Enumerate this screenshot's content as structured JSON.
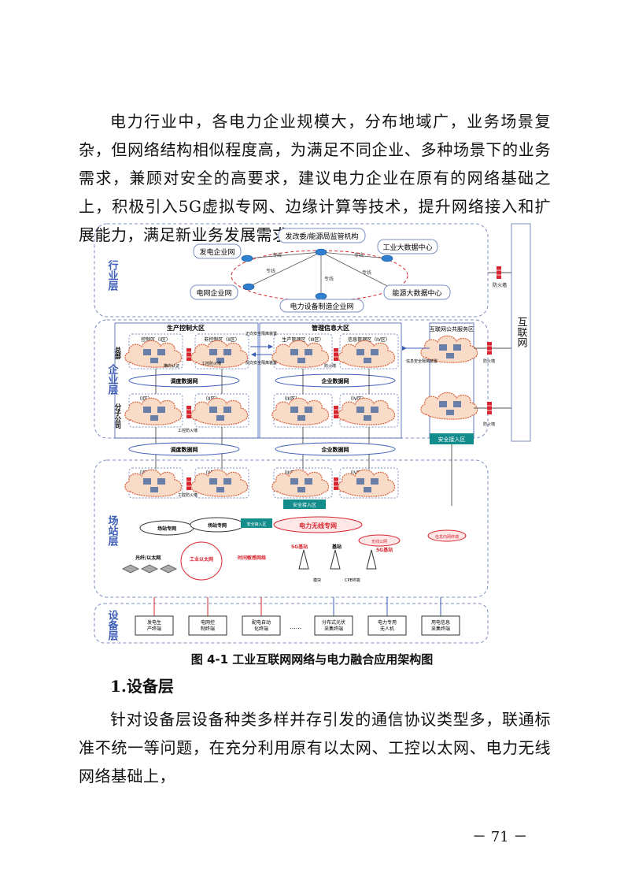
{
  "intro_paragraph": "电力行业中，各电力企业规模大，分布地域广，业务场景复杂，但网络结构相似程度高，为满足不同企业、多种场景下的业务需求，兼顾对安全的高要求，建议电力企业在原有的网络基础之上，积极引入5G虚拟专网、边缘计算等技术，提升网络接入和扩展能力，满足新业务发展需求。",
  "figure": {
    "caption": "图 4-1 工业互联网网络与电力融合应用架构图",
    "layers": {
      "industry": "行业层",
      "enterprise": "企业层",
      "station": "场站层",
      "device": "设备层"
    },
    "internet": "互联网",
    "industry_nodes": {
      "regulator": "发改委/能源局监管机构",
      "gen_net": "发电企业网",
      "bigdata": "工业大数据中心",
      "grid_net": "电网企业网",
      "energy_bigdata": "能源大数据中心",
      "equip_net": "电力设备制造企业网",
      "link1": "专线",
      "link2": "专线",
      "link3": "专线",
      "link4": "专线",
      "link5": "专线"
    },
    "enterprise": {
      "prod_zone": "生产控制大区",
      "mgmt_zone": "管理信息大区",
      "hq": "总部",
      "branch": "分子公司",
      "ctrl_zone": "控制区（I区）",
      "nonctrl_zone": "非控制区（II区）",
      "prod_mgmt": "生产管理区（III区）",
      "info_mgmt": "信息管理区（IV区）",
      "zone_i": "（I区）",
      "zone_ii": "（II区）",
      "zone_iii": "（III区）",
      "zone_iv": "（IV区）",
      "internet_service": "互联网公共服务区",
      "dispatch_net": "调度数据网",
      "enterprise_net": "企业数据网",
      "firewall": "防火墙",
      "ics_firewall": "工控防火墙",
      "horizontal": "横向认证",
      "isolation": "正向安全隔离装置",
      "reverse_isolation": "反向安全隔离装置",
      "info_isolation": "信息安全隔离装置",
      "secure_access": "安全接入区"
    },
    "station": {
      "dispatch_net": "调度数据网",
      "enterprise_net": "企业数据网",
      "zone_i": "（I区）",
      "zone_ii": "（II区）",
      "zone_iii": "（III区）",
      "zone_iv": "（IV区）",
      "ics_firewall": "工控防火墙",
      "secure_access": "安全接入区",
      "secure_access2": "安全接入区",
      "station_net1": "场站专网",
      "station_net2": "场站专网",
      "wireless_net": "电力无线专网",
      "wireless_public": "无线公网",
      "info_intranet": "信息内网终端",
      "fiber": "光纤/以太网",
      "ics_eth": "工业以太网",
      "tsn": "时间敏感网络",
      "bs_5g": "5G基站",
      "bs": "基站",
      "bs_5g2": "5G基站",
      "module": "模块",
      "cpe": "CPE终端"
    },
    "devices": [
      "发电生产终端",
      "电网控制终端",
      "配电自动化终端",
      "......",
      "分布式光伏采集终端",
      "电力专用无人机",
      "用电信息采集终端"
    ],
    "colors": {
      "frame": "#7b8fc2",
      "cloud": "#d9603a",
      "firewall": "#d7262f",
      "teal": "#138c8c",
      "blue": "#3d5db8",
      "router": "#2f7fd0"
    }
  },
  "section_heading": "1.设备层",
  "device_paragraph": "针对设备层设备种类多样并存引发的通信协议类型多，联通标准不统一等问题，在充分利用原有以太网、工控以太网、电力无线网络基础上，",
  "page_number": "－ 71 －"
}
